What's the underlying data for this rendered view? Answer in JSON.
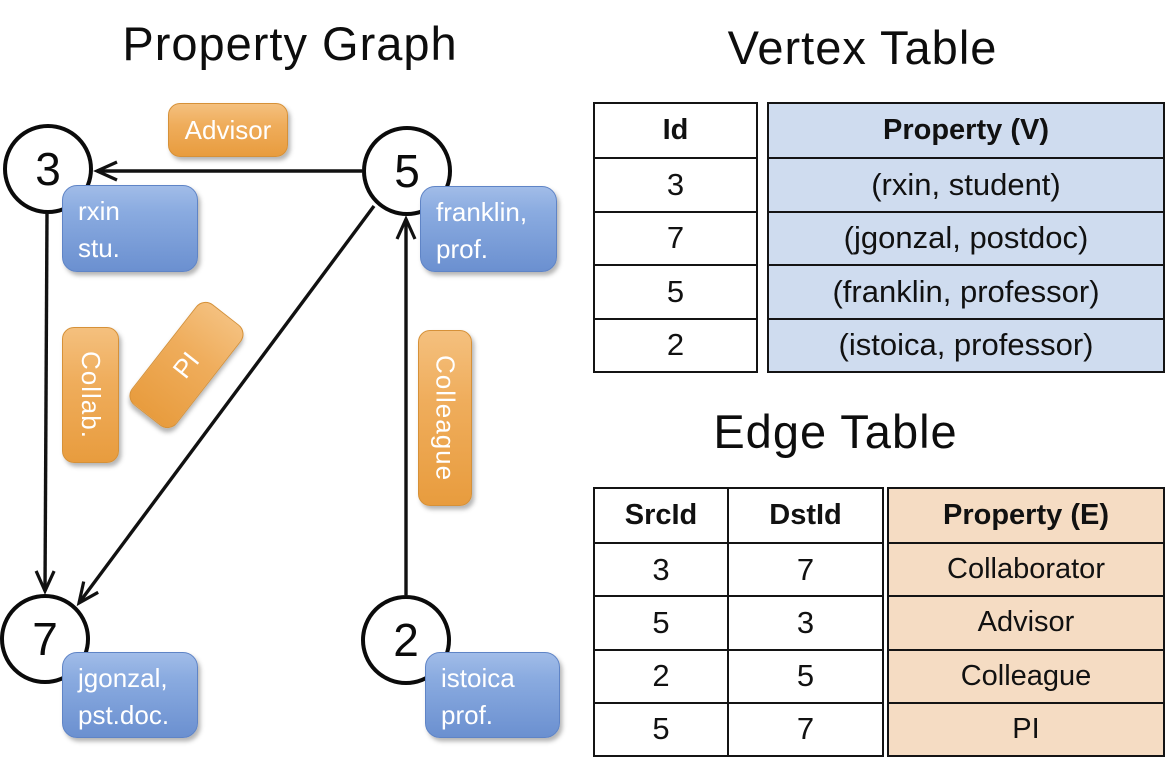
{
  "graph": {
    "title": "Property Graph",
    "nodes": [
      {
        "id": "3",
        "property_lines": [
          "rxin",
          "stu."
        ]
      },
      {
        "id": "5",
        "property_lines": [
          "franklin,",
          "prof."
        ]
      },
      {
        "id": "7",
        "property_lines": [
          "jgonzal,",
          "pst.doc."
        ]
      },
      {
        "id": "2",
        "property_lines": [
          "istoica",
          "prof."
        ]
      }
    ],
    "edges": [
      {
        "from": "5",
        "to": "3",
        "label": "Advisor"
      },
      {
        "from": "3",
        "to": "7",
        "label": "Collab."
      },
      {
        "from": "5",
        "to": "7",
        "label": "PI"
      },
      {
        "from": "2",
        "to": "5",
        "label": "Colleague"
      }
    ]
  },
  "vertex_table": {
    "title": "Vertex Table",
    "columns": [
      "Id",
      "Property (V)"
    ],
    "rows": [
      [
        "3",
        "(rxin, student)"
      ],
      [
        "7",
        "(jgonzal, postdoc)"
      ],
      [
        "5",
        "(franklin, professor)"
      ],
      [
        "2",
        "(istoica, professor)"
      ]
    ]
  },
  "edge_table": {
    "title": "Edge Table",
    "columns": [
      "SrcId",
      "DstId",
      "Property (E)"
    ],
    "rows": [
      [
        "3",
        "7",
        "Collaborator"
      ],
      [
        "5",
        "3",
        "Advisor"
      ],
      [
        "2",
        "5",
        "Colleague"
      ],
      [
        "5",
        "7",
        "PI"
      ]
    ]
  },
  "colors": {
    "edge_label_orange": "#EFA95C",
    "vertex_box_blue": "#7E9FD8",
    "vertex_table_fill": "#CFDCEF",
    "edge_table_fill": "#F5DCC3",
    "line_black": "#111111"
  }
}
